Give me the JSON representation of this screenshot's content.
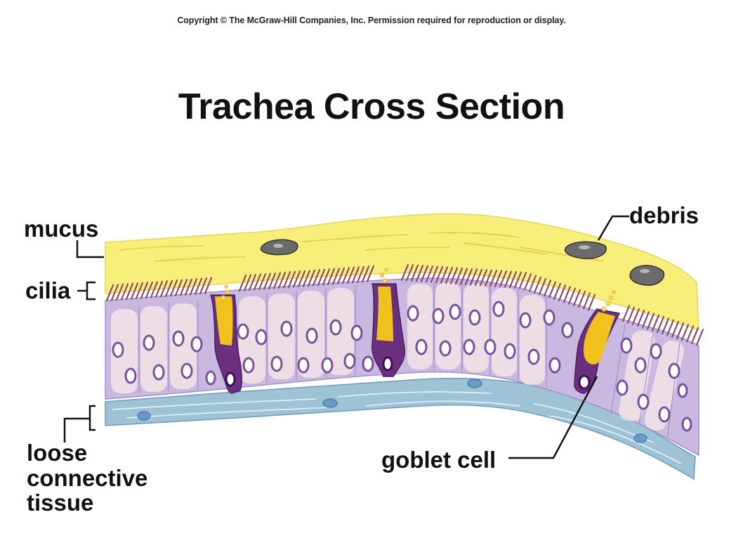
{
  "copyright": "Copyright © The McGraw-Hill Companies, Inc. Permission required for reproduction or display.",
  "title": "Trachea Cross Section",
  "labels": {
    "mucus": "mucus",
    "cilia": "cilia",
    "debris": "debris",
    "goblet_cell": "goblet cell",
    "loose_connective_tissue": [
      "loose",
      "connective",
      "tissue"
    ]
  },
  "colors": {
    "mucus": "#f7ef7a",
    "cilia": "#8a4a6e",
    "epithelium": "#c9b8e0",
    "cell_interior": "#f4e6e6",
    "nucleus": "#7a4f9c",
    "goblet_cell": "#6a2f7e",
    "goblet_mucus": "#f2c21c",
    "connective_tissue": "#9fc3d6",
    "debris": "#6b6b6b"
  }
}
